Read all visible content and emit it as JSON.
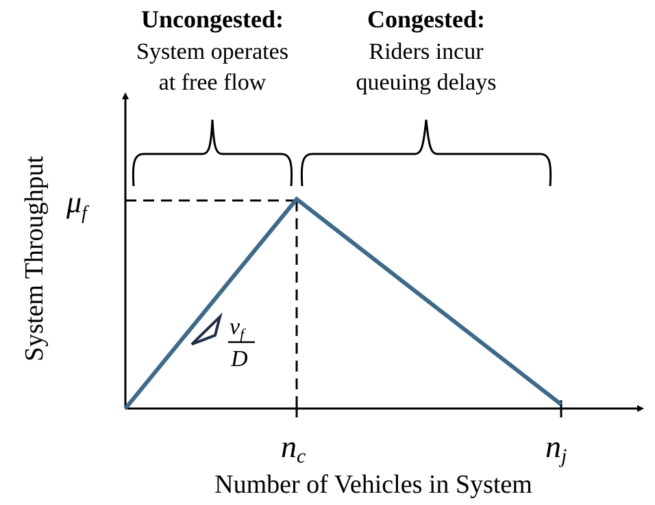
{
  "regions": {
    "uncongested": {
      "title": "Uncongested:",
      "line1": "System operates",
      "line2": "at free flow"
    },
    "congested": {
      "title": "Congested:",
      "line1": "Riders incur",
      "line2": "queuing delays"
    }
  },
  "axes": {
    "ylabel": "System Throughput",
    "xlabel": "Number of Vehicles in System"
  },
  "symbols": {
    "mu_base": "μ",
    "mu_sub": "f",
    "nc_base": "n",
    "nc_sub": "c",
    "nj_base": "n",
    "nj_sub": "j",
    "slope_num_base": "v",
    "slope_num_sub": "f",
    "slope_den": "D"
  },
  "colors": {
    "curve": "#3e6a8a",
    "axis": "#000000"
  }
}
